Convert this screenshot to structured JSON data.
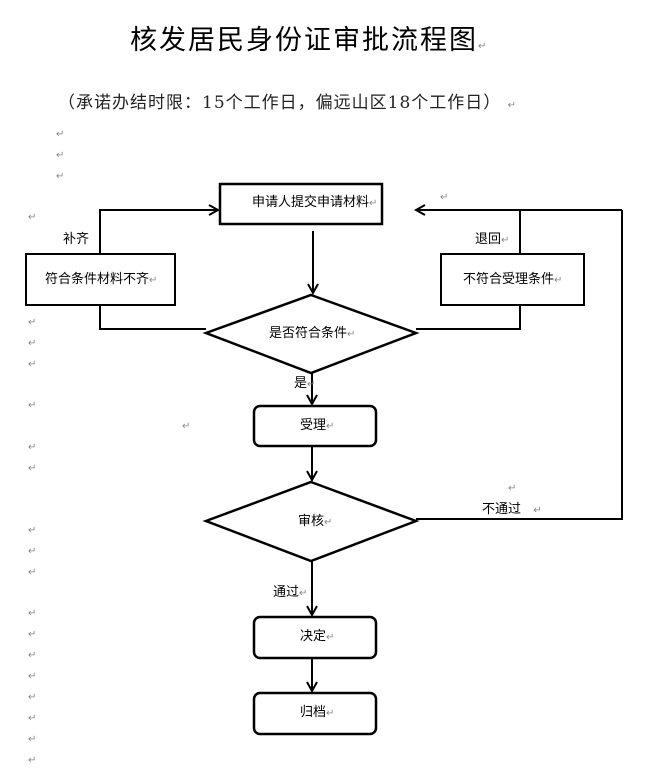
{
  "document": {
    "title": "核发居民身份证审批流程图",
    "subtitle": "（承诺办结时限：15个工作日，偏远山区18个工作日）",
    "paragraph_mark": "↵"
  },
  "flowchart": {
    "nodes": {
      "submit": "申请人提交申请材料",
      "incomplete": "符合条件材料不齐",
      "not_eligible": "不符合受理条件",
      "check_eligible": "是否符合条件",
      "accept": "受理",
      "review": "审核",
      "decide": "决定",
      "archive": "归档"
    },
    "edge_labels": {
      "supplement": "补齐",
      "return": "退回",
      "yes": "是",
      "fail": "不通过",
      "pass": "通过"
    }
  }
}
